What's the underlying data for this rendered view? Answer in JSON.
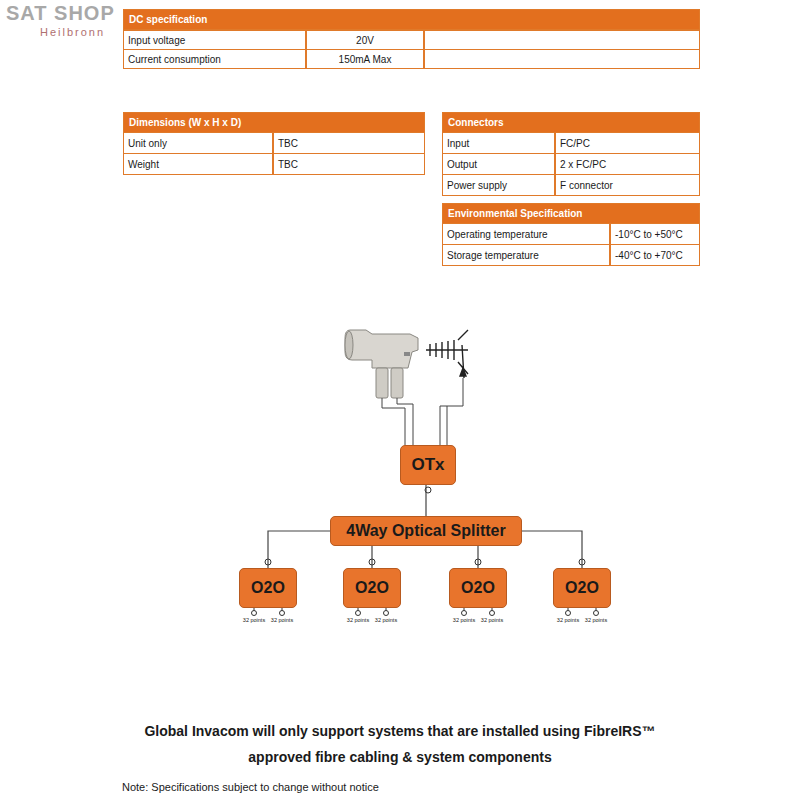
{
  "diagram": {
    "nodes": [
      {
        "text": [
          "OTx"
        ]
      },
      {
        "text": [
          "4Way Optical Splitter"
        ]
      },
      {
        "text": [
          "O2O"
        ]
      },
      {
        "text": [
          "O2O"
        ]
      },
      {
        "text": [
          "O2O"
        ]
      },
      {
        "text": [
          "O2O"
        ]
      }
    ],
    "edges": [
      {
        "from": 0,
        "to": 1,
        "arrow": "none"
      },
      {
        "from": 1,
        "to": 2,
        "arrow": "none"
      },
      {
        "from": 1,
        "to": 3,
        "arrow": "none"
      },
      {
        "from": 1,
        "to": 4,
        "arrow": "none"
      },
      {
        "from": 1,
        "to": 5,
        "arrow": "none"
      }
    ],
    "labels": [
      "DC specification",
      "Input voltage",
      "20V",
      "Current consumption",
      "150mA Max",
      "Dimensions (W x H x D)",
      "Unit only",
      "TBC",
      "Weight",
      "TBC",
      "Connectors",
      "Input",
      "FC/PC",
      "Output",
      "2 x FC/PC",
      "Power supply",
      "F connector",
      "Environmental Specification",
      "Operating temperature",
      "-10°C to +50°C",
      "Storage temperature",
      "-40°C to +70°C",
      "32 points",
      "32 points",
      "32 points",
      "32 points",
      "32 points",
      "32 points",
      "32 points",
      "32 points",
      "Global Invacom will only support systems that are installed using FibreIRS™ approved fibre cabling & system components",
      "Note: Specifications subject to change without notice",
      "SAT SHOP",
      "Heilbronn"
    ]
  }
}
